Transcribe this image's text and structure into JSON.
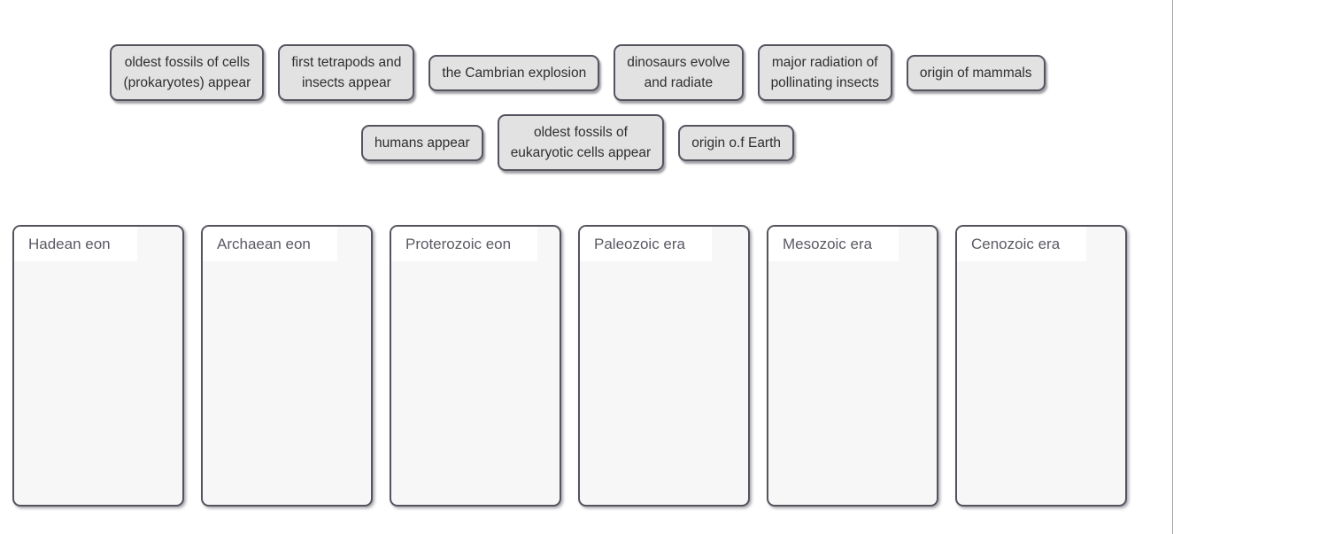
{
  "activity": {
    "type": "drag-and-drop-classification",
    "colors": {
      "chip_background": "#e2e2e2",
      "zone_background": "#f7f7f8",
      "border": "#54545e",
      "zone_label_background": "#ffffff",
      "zone_label_text": "#5a5a64",
      "chip_text": "#2f2f2f",
      "divider": "#a5a5a5"
    },
    "chips": {
      "row1": [
        {
          "label": "oldest fossils of cells\n(prokaryotes) appear"
        },
        {
          "label": "first tetrapods and\ninsects appear"
        },
        {
          "label": "the Cambrian explosion"
        },
        {
          "label": "dinosaurs evolve\nand radiate"
        },
        {
          "label": "major radiation of\npollinating insects"
        },
        {
          "label": "origin of mammals"
        }
      ],
      "row2": [
        {
          "label": "humans appear"
        },
        {
          "label": "oldest fossils of\neukaryotic cells appear"
        },
        {
          "label": "origin o.f Earth"
        }
      ]
    },
    "zones": [
      {
        "label": "Hadean eon"
      },
      {
        "label": "Archaean eon"
      },
      {
        "label": "Proterozoic eon"
      },
      {
        "label": "Paleozoic era"
      },
      {
        "label": "Mesozoic era"
      },
      {
        "label": "Cenozoic era"
      }
    ]
  }
}
